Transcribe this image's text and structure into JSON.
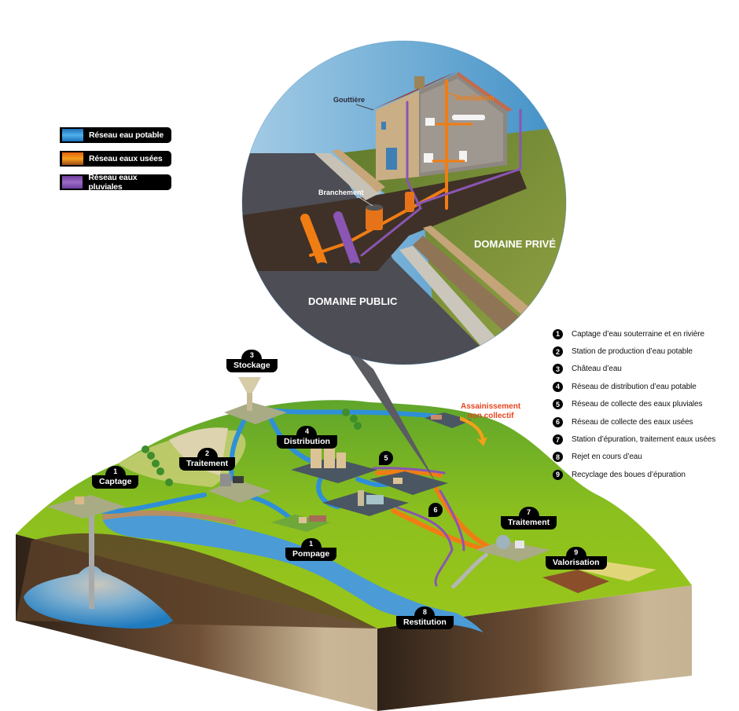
{
  "legend": [
    {
      "label": "Réseau eau potable",
      "color": "#2f8fd8"
    },
    {
      "label": "Réseau eaux usées",
      "color": "#f07d14"
    },
    {
      "label": "Réseau eaux pluviales",
      "color": "#8a55b3"
    }
  ],
  "key": [
    {
      "num": "1",
      "text": "Captage d’eau souterraine et en rivière"
    },
    {
      "num": "2",
      "text": "Station de production d’eau potable"
    },
    {
      "num": "3",
      "text": "Château d’eau"
    },
    {
      "num": "4",
      "text": "Réseau de distribution d’eau potable"
    },
    {
      "num": "5",
      "text": "Réseau de collecte des eaux pluviales"
    },
    {
      "num": "6",
      "text": "Réseau de collecte des eaux usées"
    },
    {
      "num": "7",
      "text": "Station d’épuration, traitement eaux usées"
    },
    {
      "num": "8",
      "text": "Rejet en cours d’eau"
    },
    {
      "num": "9",
      "text": "Recyclage des boues d’épuration"
    }
  ],
  "house_inset": {
    "gutter_label": "Gouttière",
    "ventilation_label": "Ventilation",
    "connection_label": "Branchement",
    "private_domain": "DOMAINE PRIVÉ",
    "public_domain": "DOMAINE PUBLIC"
  },
  "tags": {
    "captage": {
      "num": "1",
      "label": "Captage"
    },
    "traitement_potable": {
      "num": "2",
      "label": "Traitement"
    },
    "stockage": {
      "num": "3",
      "label": "Stockage"
    },
    "distribution": {
      "num": "4",
      "label": "Distribution"
    },
    "pompage": {
      "num": "1",
      "label": "Pompage"
    },
    "pluviales_pin": {
      "num": "5"
    },
    "usees_pin": {
      "num": "6"
    },
    "traitement_usees": {
      "num": "7",
      "label": "Traitement"
    },
    "restitution": {
      "num": "8",
      "label": "Restitution"
    },
    "valorisation": {
      "num": "9",
      "label": "Valorisation"
    }
  },
  "non_collective": {
    "line1": "Assainissement",
    "line2": "non collectif"
  },
  "colors": {
    "potable": "#2f8fd8",
    "usees": "#f07d14",
    "pluviales": "#8a55b3",
    "grass": "#8cc01e",
    "soil": "#6b4a2e",
    "accent_red": "#e8451e"
  }
}
